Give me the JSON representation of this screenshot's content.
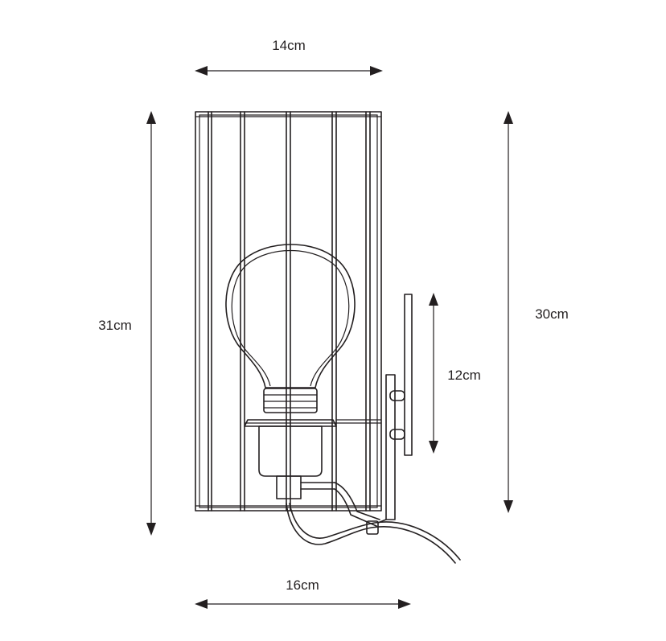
{
  "dimensions": {
    "top_width": "14cm",
    "bottom_width": "16cm",
    "left_height": "31cm",
    "right_height": "30cm",
    "bracket_height": "12cm"
  },
  "colors": {
    "line": "#231f20",
    "background": "#ffffff"
  }
}
